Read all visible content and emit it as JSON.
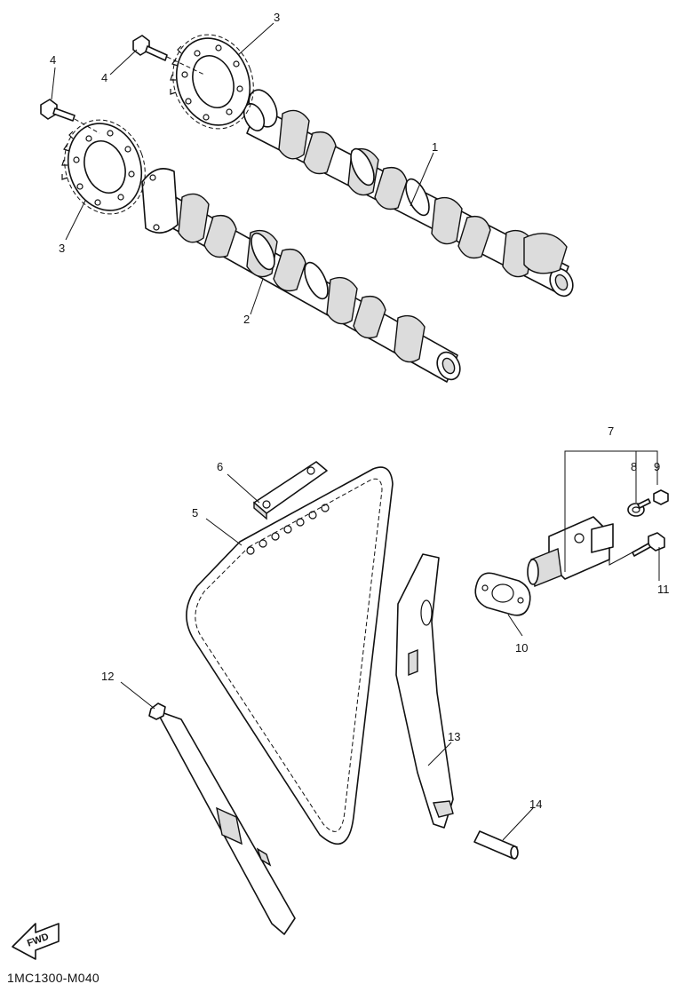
{
  "diagram_code": "1MC1300-M040",
  "fwd_label": "FWD",
  "callouts": {
    "c1": "1",
    "c2": "2",
    "c3a": "3",
    "c3b": "3",
    "c4a": "4",
    "c4b": "4",
    "c5": "5",
    "c6": "6",
    "c7": "7",
    "c8": "8",
    "c9": "9",
    "c10": "10",
    "c11": "11",
    "c12": "12",
    "c13": "13",
    "c14": "14"
  },
  "parts": [
    {
      "ref": "1",
      "icon": "camshaft-icon"
    },
    {
      "ref": "2",
      "icon": "camshaft-icon"
    },
    {
      "ref": "3",
      "icon": "sprocket-icon"
    },
    {
      "ref": "4",
      "icon": "bolt-icon"
    },
    {
      "ref": "5",
      "icon": "timing-chain-icon"
    },
    {
      "ref": "6",
      "icon": "chain-guide-icon"
    },
    {
      "ref": "7",
      "icon": "tensioner-assembly-icon"
    },
    {
      "ref": "8",
      "icon": "washer-icon"
    },
    {
      "ref": "9",
      "icon": "bolt-icon"
    },
    {
      "ref": "10",
      "icon": "gasket-icon"
    },
    {
      "ref": "11",
      "icon": "bolt-icon"
    },
    {
      "ref": "12",
      "icon": "chain-guide-icon"
    },
    {
      "ref": "13",
      "icon": "tensioner-guide-icon"
    },
    {
      "ref": "14",
      "icon": "pin-icon"
    }
  ]
}
